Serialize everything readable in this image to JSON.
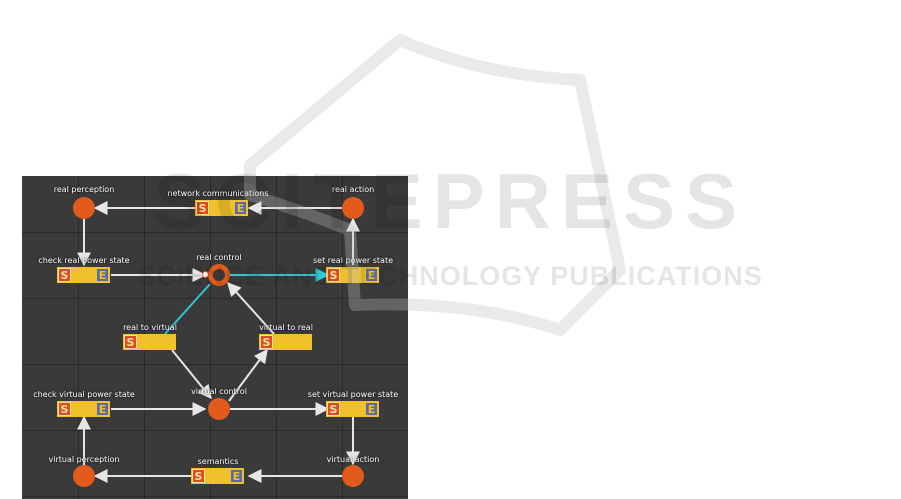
{
  "watermark": {
    "line1": "SCITEPRESS",
    "line2": "SCIENCE AND TECHNOLOGY PUBLICATIONS"
  },
  "colors": {
    "canvas": "#3a3a3a",
    "node": "#e25a1c",
    "state_body": "#f0c12a",
    "start_badge": "#e34a1c",
    "end_badge": "#5a6ba8",
    "wire": "#e6e6e6",
    "active_wire": "#2ec6d8"
  },
  "nodes": {
    "real_perception": "real perception",
    "real_action": "real action",
    "real_control": "real control",
    "virtual_control": "virtual control",
    "virtual_perception": "virtual perception",
    "virtual_action": "virtual action"
  },
  "states": {
    "network_communications": {
      "label": "network communications",
      "start": "S",
      "end": "E"
    },
    "check_real_power_state": {
      "label": "check real power state",
      "start": "S",
      "end": "E"
    },
    "set_real_power_state": {
      "label": "set real power state",
      "start": "S",
      "end": "E"
    },
    "real_to_virtual": {
      "label": "real to virtual",
      "start": "S"
    },
    "virtual_to_real": {
      "label": "virtual to real",
      "start": "S"
    },
    "check_virtual_power_state": {
      "label": "check virtual power state",
      "start": "S",
      "end": "E"
    },
    "set_virtual_power_state": {
      "label": "set virtual power state",
      "start": "S",
      "end": "E"
    },
    "semantics": {
      "label": "semantics",
      "start": "S",
      "end": "E"
    }
  }
}
